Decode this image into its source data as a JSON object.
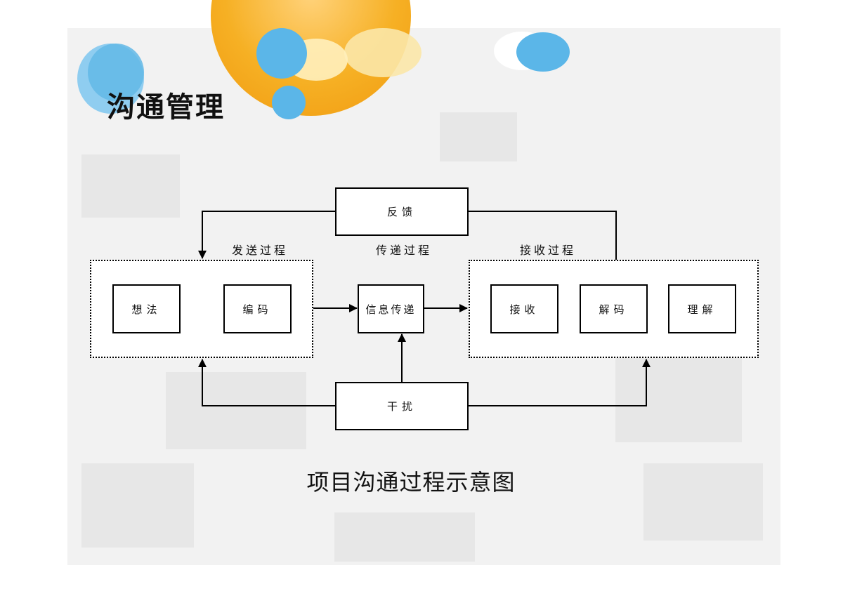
{
  "slide": {
    "title": "沟通管理",
    "caption": "项目沟通过程示意图"
  },
  "colors": {
    "accent_blue": "#5bb6e8",
    "accent_orange": "#f4a81d",
    "background": "#f2f2f2"
  },
  "diagram": {
    "groups": {
      "send": {
        "label": "发送过程"
      },
      "transfer": {
        "label": "传递过程"
      },
      "receive": {
        "label": "接收过程"
      }
    },
    "nodes": {
      "feedback": "反馈",
      "idea": "想法",
      "encode": "编码",
      "transmit": "信息传递",
      "receive": "接收",
      "decode": "解码",
      "understand": "理解",
      "noise": "干扰"
    }
  }
}
